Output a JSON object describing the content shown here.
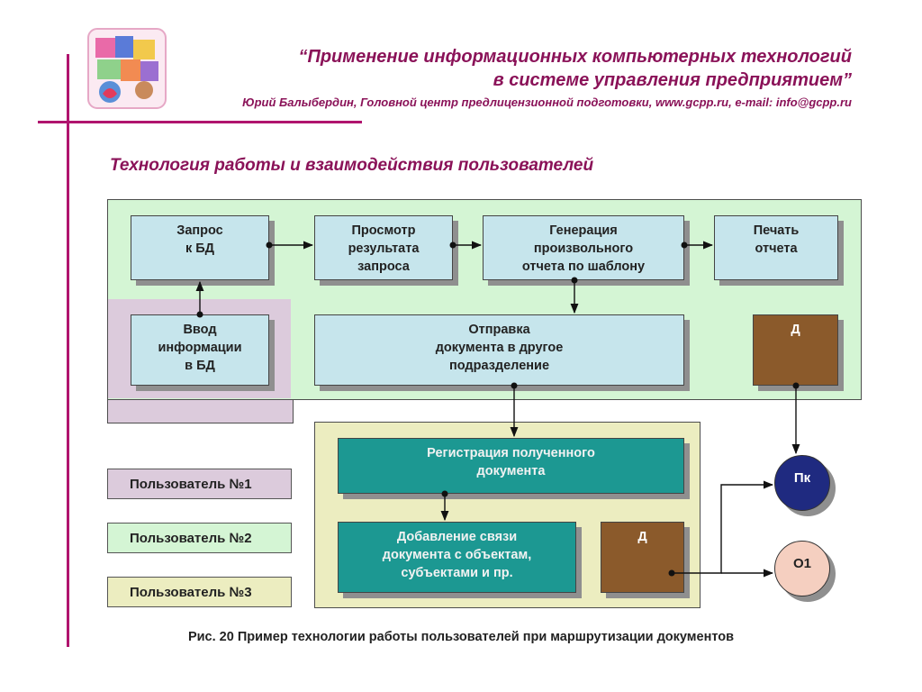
{
  "header": {
    "title_line1": "“Применение информационных компьютерных технологий",
    "title_line2": "в системе управления предприятием”",
    "author": "Юрий Балыбердин, Головной центр предлицензионной подготовки, www.gcpp.ru, e-mail: info@gcpp.ru"
  },
  "subtitle": "Технология работы и взаимодействия пользователей",
  "boxes": {
    "query_db": [
      "Запрос",
      "к БД"
    ],
    "view_result": [
      "Просмотр",
      "результата",
      "запроса"
    ],
    "generate_report": [
      "Генерация",
      "произвольного",
      "отчета по шаблону"
    ],
    "print_report": [
      "Печать",
      "отчета"
    ],
    "input_info": [
      "Ввод",
      "информации",
      "в БД"
    ],
    "send_document": [
      "Отправка",
      "документа в другое",
      "подразделение"
    ],
    "d_top": "Д",
    "register_document": [
      "Регистрация полученного",
      "документа"
    ],
    "add_links": [
      "Добавление связи",
      "документа с объектам,",
      "субъектами и пр."
    ],
    "d_bottom": "Д"
  },
  "circles": {
    "pk": "Пк",
    "o1": "О1"
  },
  "legend": {
    "user1": "Пользователь №1",
    "user2": "Пользователь №2",
    "user3": "Пользователь №3"
  },
  "caption": "Рис. 20 Пример технологии работы пользователей при маршрутизации документов",
  "colors": {
    "accent": "#b0146e",
    "user1": "#dccbdc",
    "user2": "#d4f5d4",
    "user3": "#ecedc0",
    "box": "#c6e5ec",
    "teal": "#1c9892",
    "brown": "#8b5a2b",
    "pk_circle": "#1f2a80",
    "o1_circle": "#f5cfc0"
  }
}
